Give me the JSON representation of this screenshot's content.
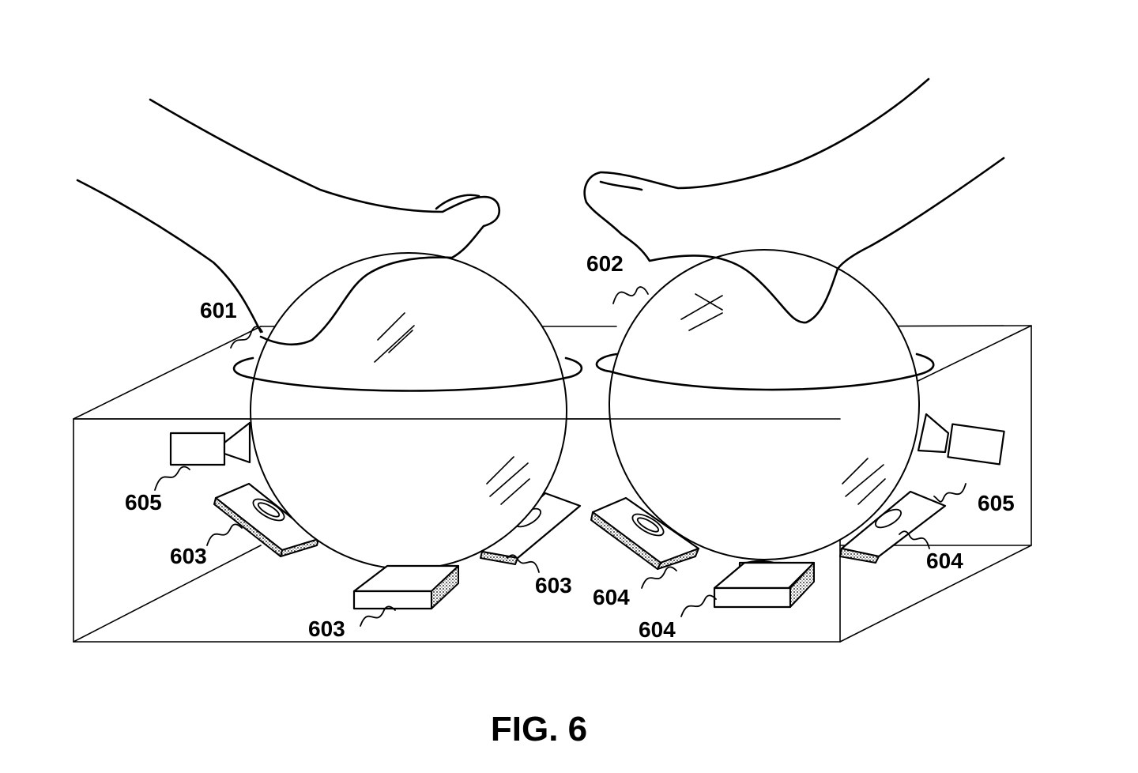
{
  "figure": {
    "caption": "FIG. 6",
    "labels": {
      "sphere_left": "601",
      "sphere_right": "602",
      "sensors_left": "603",
      "sensors_right": "604",
      "camera": "605"
    }
  }
}
